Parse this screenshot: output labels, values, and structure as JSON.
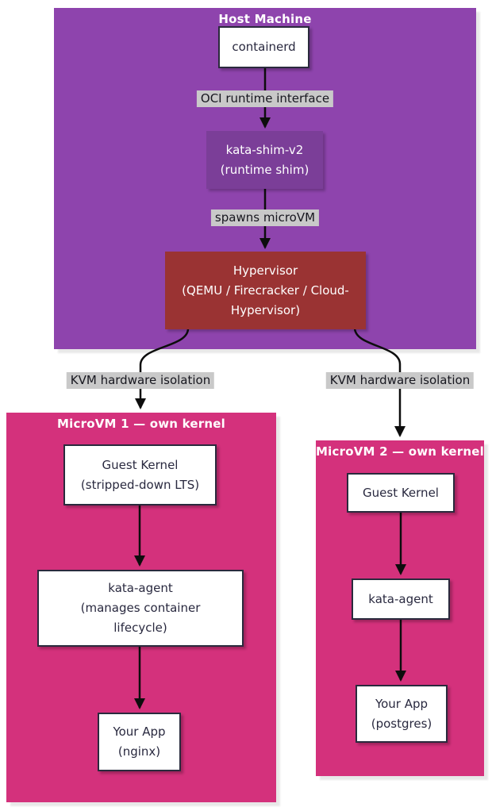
{
  "host": {
    "title": "Host Machine",
    "containerd_label": "containerd",
    "oci_edge_label": "OCI runtime interface",
    "kata_shim": {
      "line1": "kata-shim-v2",
      "line2": "(runtime shim)"
    },
    "spawns_edge_label": "spawns microVM",
    "hypervisor": {
      "line1": "Hypervisor",
      "line2": "(QEMU / Firecracker / Cloud-",
      "line3": "Hypervisor)"
    }
  },
  "edges": {
    "kvm_left_label": "KVM hardware isolation",
    "kvm_right_label": "KVM hardware isolation"
  },
  "microvm1": {
    "title": "MicroVM 1 — own kernel",
    "guest_kernel": {
      "line1": "Guest Kernel",
      "line2": "(stripped-down LTS)"
    },
    "kata_agent": {
      "line1": "kata-agent",
      "line2": "(manages container",
      "line3": "lifecycle)"
    },
    "your_app": {
      "line1": "Your App",
      "line2": "(nginx)"
    }
  },
  "microvm2": {
    "title": "MicroVM 2 — own kernel",
    "guest_kernel": {
      "line1": "Guest Kernel"
    },
    "kata_agent": {
      "line1": "kata-agent"
    },
    "your_app": {
      "line1": "Your App",
      "line2": "(postgres)"
    }
  },
  "colors": {
    "host_bg": "#8e44ad",
    "kata_shim_bg": "#7b3e98",
    "hypervisor_bg": "#9a3333",
    "microvm_bg": "#d4317c",
    "edge_label_bg": "#c9c9c9",
    "node_border": "#2a2a3d",
    "node_text": "#29293f",
    "arrow": "#0d0d0d"
  }
}
